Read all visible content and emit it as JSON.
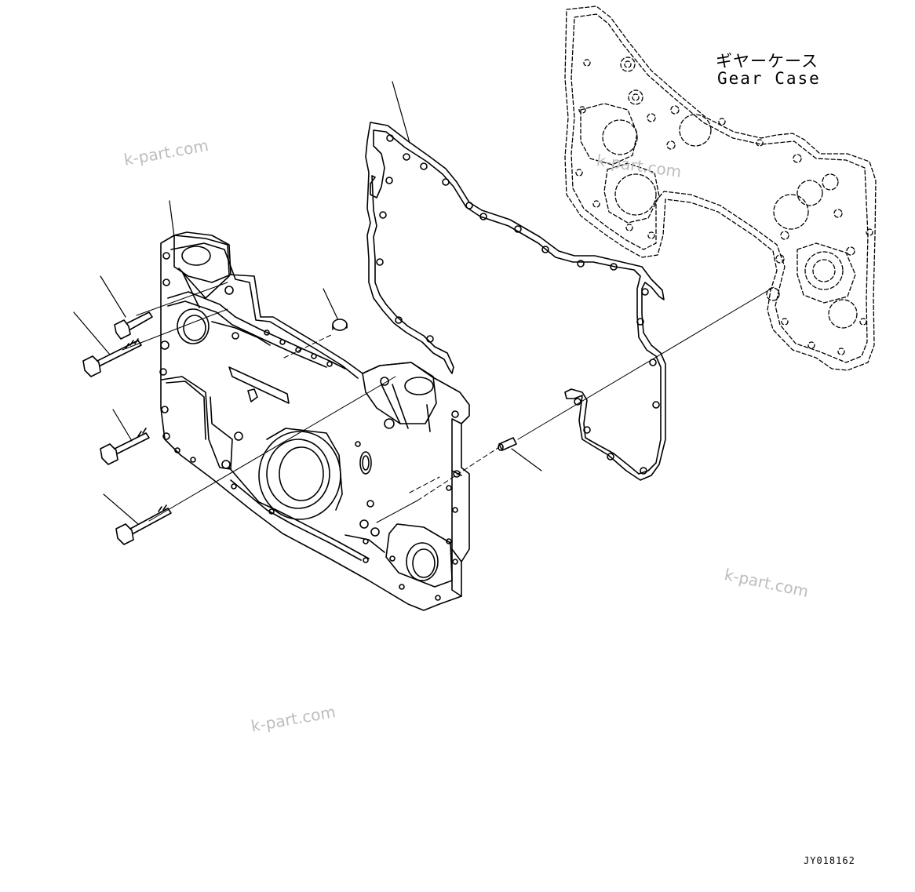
{
  "labels": {
    "gear_case_jp": "ギヤーケース",
    "gear_case_en": "Gear Case",
    "drawing_id": "JY018162"
  },
  "watermarks": [
    "k-part.com",
    "k-part.com",
    "k-part.com",
    "k-part.com"
  ],
  "colors": {
    "line": "#000000",
    "hidden_line": "#000000",
    "watermark": "#bdbdbd",
    "background": "#ffffff"
  }
}
